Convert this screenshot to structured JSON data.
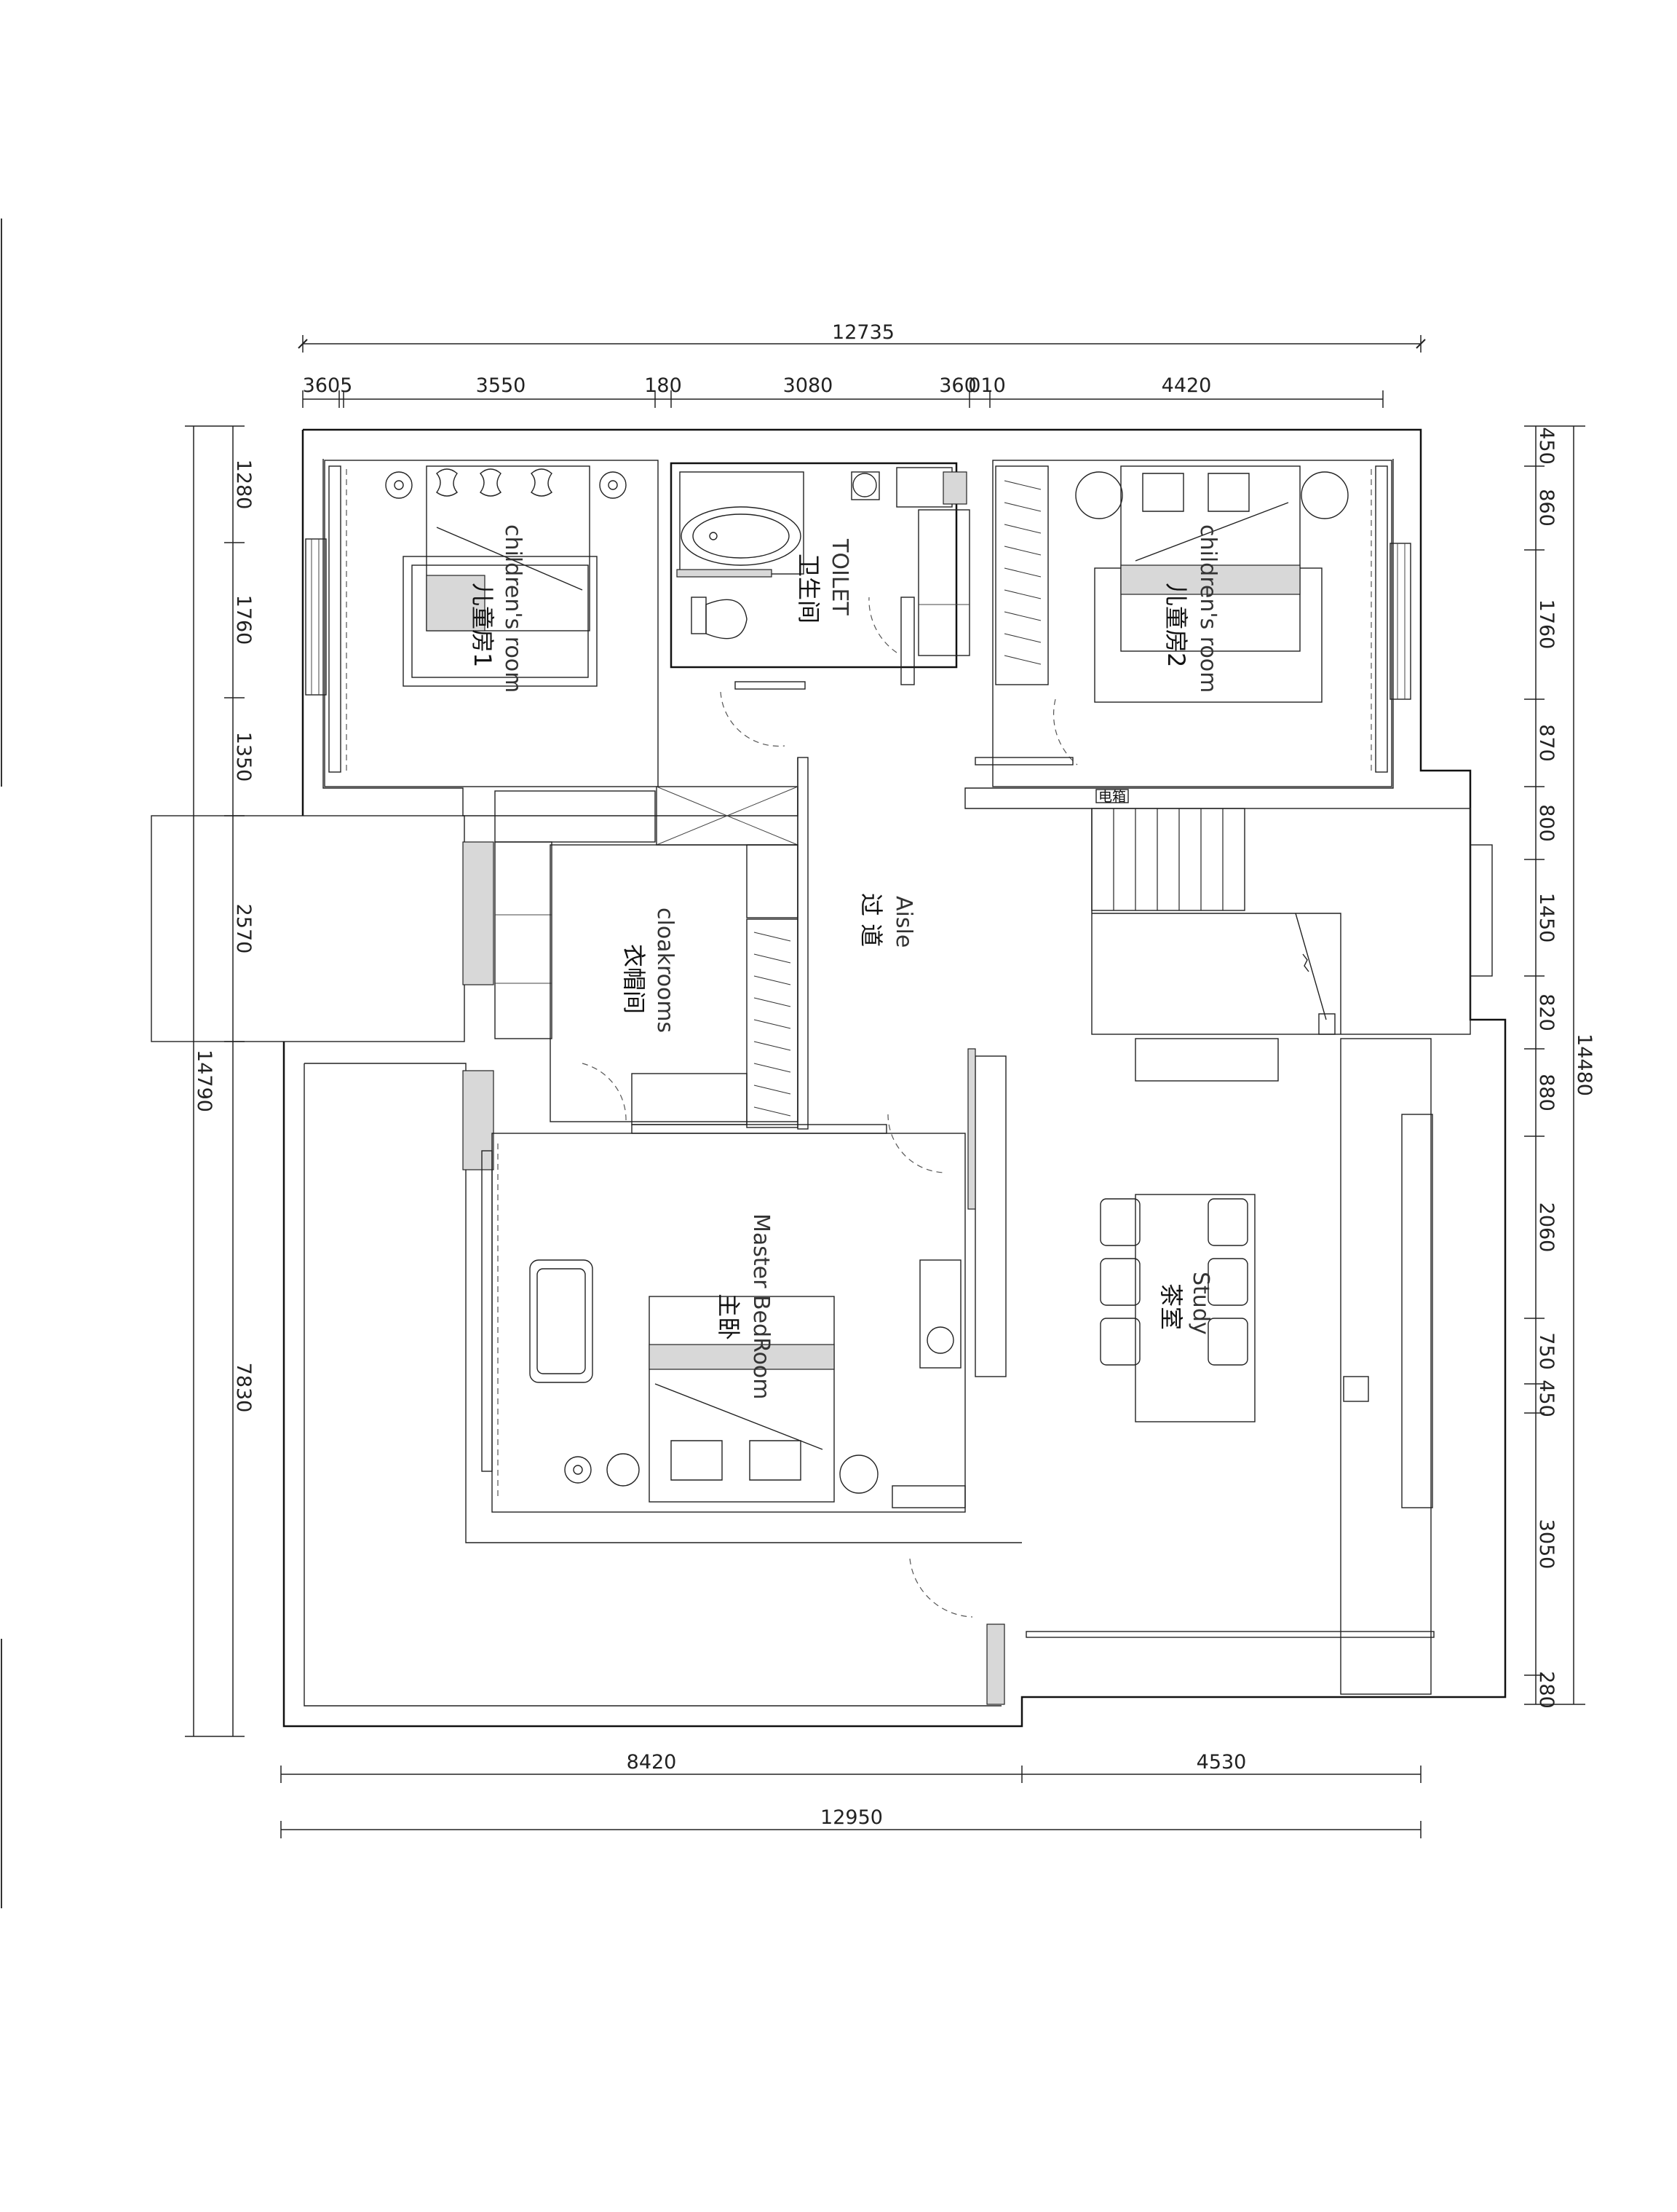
{
  "dimensions": {
    "top_overall": "12735",
    "top_segments": [
      "3605",
      "3550",
      "180",
      "3080",
      "360",
      "010",
      "4420"
    ],
    "left_overall": "14790",
    "left_segments": [
      "1280",
      "1760",
      "1350",
      "2570",
      "7830"
    ],
    "right_overall": "14480",
    "right_segments": [
      "450",
      "860",
      "1760",
      "870",
      "800",
      "1450",
      "820",
      "880",
      "2060",
      "750",
      "450",
      "3050",
      "280"
    ],
    "bottom_segments": [
      "8420",
      "4530"
    ],
    "bottom_overall": "12950"
  },
  "rooms": {
    "children_room_1": {
      "en": "children's room",
      "cn": "儿童房1"
    },
    "toilet": {
      "en": "TOILET",
      "cn": "卫生间"
    },
    "children_room_2": {
      "en": "children's room",
      "cn": "儿童房2"
    },
    "aisle": {
      "en": "Aisle",
      "cn": "过 道"
    },
    "cloakrooms": {
      "en": "cloakrooms",
      "cn": "衣帽间"
    },
    "master_bedroom": {
      "en": "Master BedRoom",
      "cn": "主卧"
    },
    "study": {
      "en": "Study",
      "cn": "茶室"
    }
  },
  "labels": {
    "electric_box": "电箱"
  }
}
